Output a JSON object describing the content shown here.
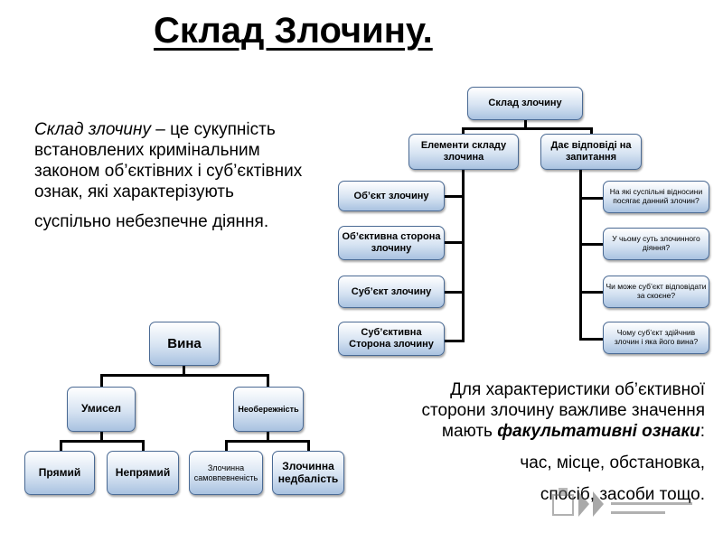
{
  "title": "Склад Злочину.",
  "definition": {
    "term": "Склад злочину",
    "rest": " – це сукупність встановлених кримінальним законом об’єктівних і суб’єктівних ознак, які характерізують",
    "line2": "суспільно небезпечне діяння."
  },
  "structure_tree": {
    "root": "Склад злочину",
    "left_branch": {
      "label": "Елементи складу злочина",
      "items": [
        "Об’єкт злочину",
        "Об’єктивна сторона злочину",
        "Суб’єкт злочину",
        "Суб’єктивна Сторона злочину"
      ]
    },
    "right_branch": {
      "label": "Дає відповіді на запитання",
      "items": [
        "На які суспільні відносини посягає данний злочин?",
        "У чьому суть злочинного діяння?",
        "Чи може суб’єкт відповідати за скоєне?",
        "Чому суб’єкт здійчнив злочин і яка його вина?"
      ]
    }
  },
  "guilt_tree": {
    "root": "Вина",
    "left": {
      "label": "Умисел",
      "children": [
        "Прямий",
        "Непрямий"
      ]
    },
    "right": {
      "label": "Необережність",
      "children": [
        "Злочинна самовпевненість",
        "Злочинна недбалість"
      ]
    }
  },
  "note": {
    "line1": "Для характеристики об’єктивної",
    "line2": "сторони злочину важливе значення",
    "line3_start": "мають ",
    "line3_emph": "факультативні ознаки",
    "line3_end": ":",
    "line4": "час, місце, обстановка,",
    "line5": "спосіб, засоби тощо."
  },
  "colors": {
    "box_top": "#ffffff",
    "box_bottom": "#a9c2e0",
    "box_border": "#4a6a94"
  }
}
